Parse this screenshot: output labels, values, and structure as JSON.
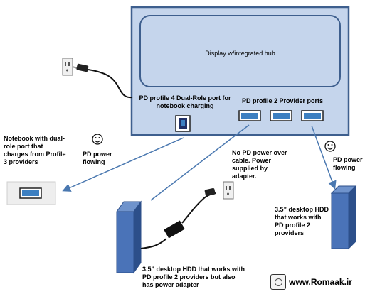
{
  "display": {
    "title": "Display w/integrated hub",
    "dual_role_label": "PD profile 4 Dual-Role port for notebook charging",
    "provider_ports_label": "PD profile 2 Provider ports"
  },
  "notebook": {
    "label": "Notebook with dual-role port that charges from Profile 3 providers"
  },
  "flows": {
    "left_power": "PD power flowing",
    "middle_no_power": "No PD power over cable. Power supplied by adapter.",
    "right_power": "PD power flowing"
  },
  "hdd_left": {
    "label": "3.5” desktop HDD that works with PD profile 2 providers but also has power adapter"
  },
  "hdd_right": {
    "label": "3.5” desktop HDD that works with PD profile 2 providers"
  },
  "branding": {
    "site": "www.Romaak.ir"
  },
  "colors": {
    "monitor_fill": "#c5d5ec",
    "monitor_border": "#3e5f8e",
    "port_blue": "#3c7fc1",
    "drive_front": "#4a73b8",
    "drive_side": "#2c4f8a",
    "arrow": "#4a78b0"
  },
  "icons": [
    "smiley-icon",
    "wall-outlet-icon",
    "power-plug-icon",
    "power-adapter-icon",
    "usb-port-icon",
    "brand-logo-icon"
  ]
}
